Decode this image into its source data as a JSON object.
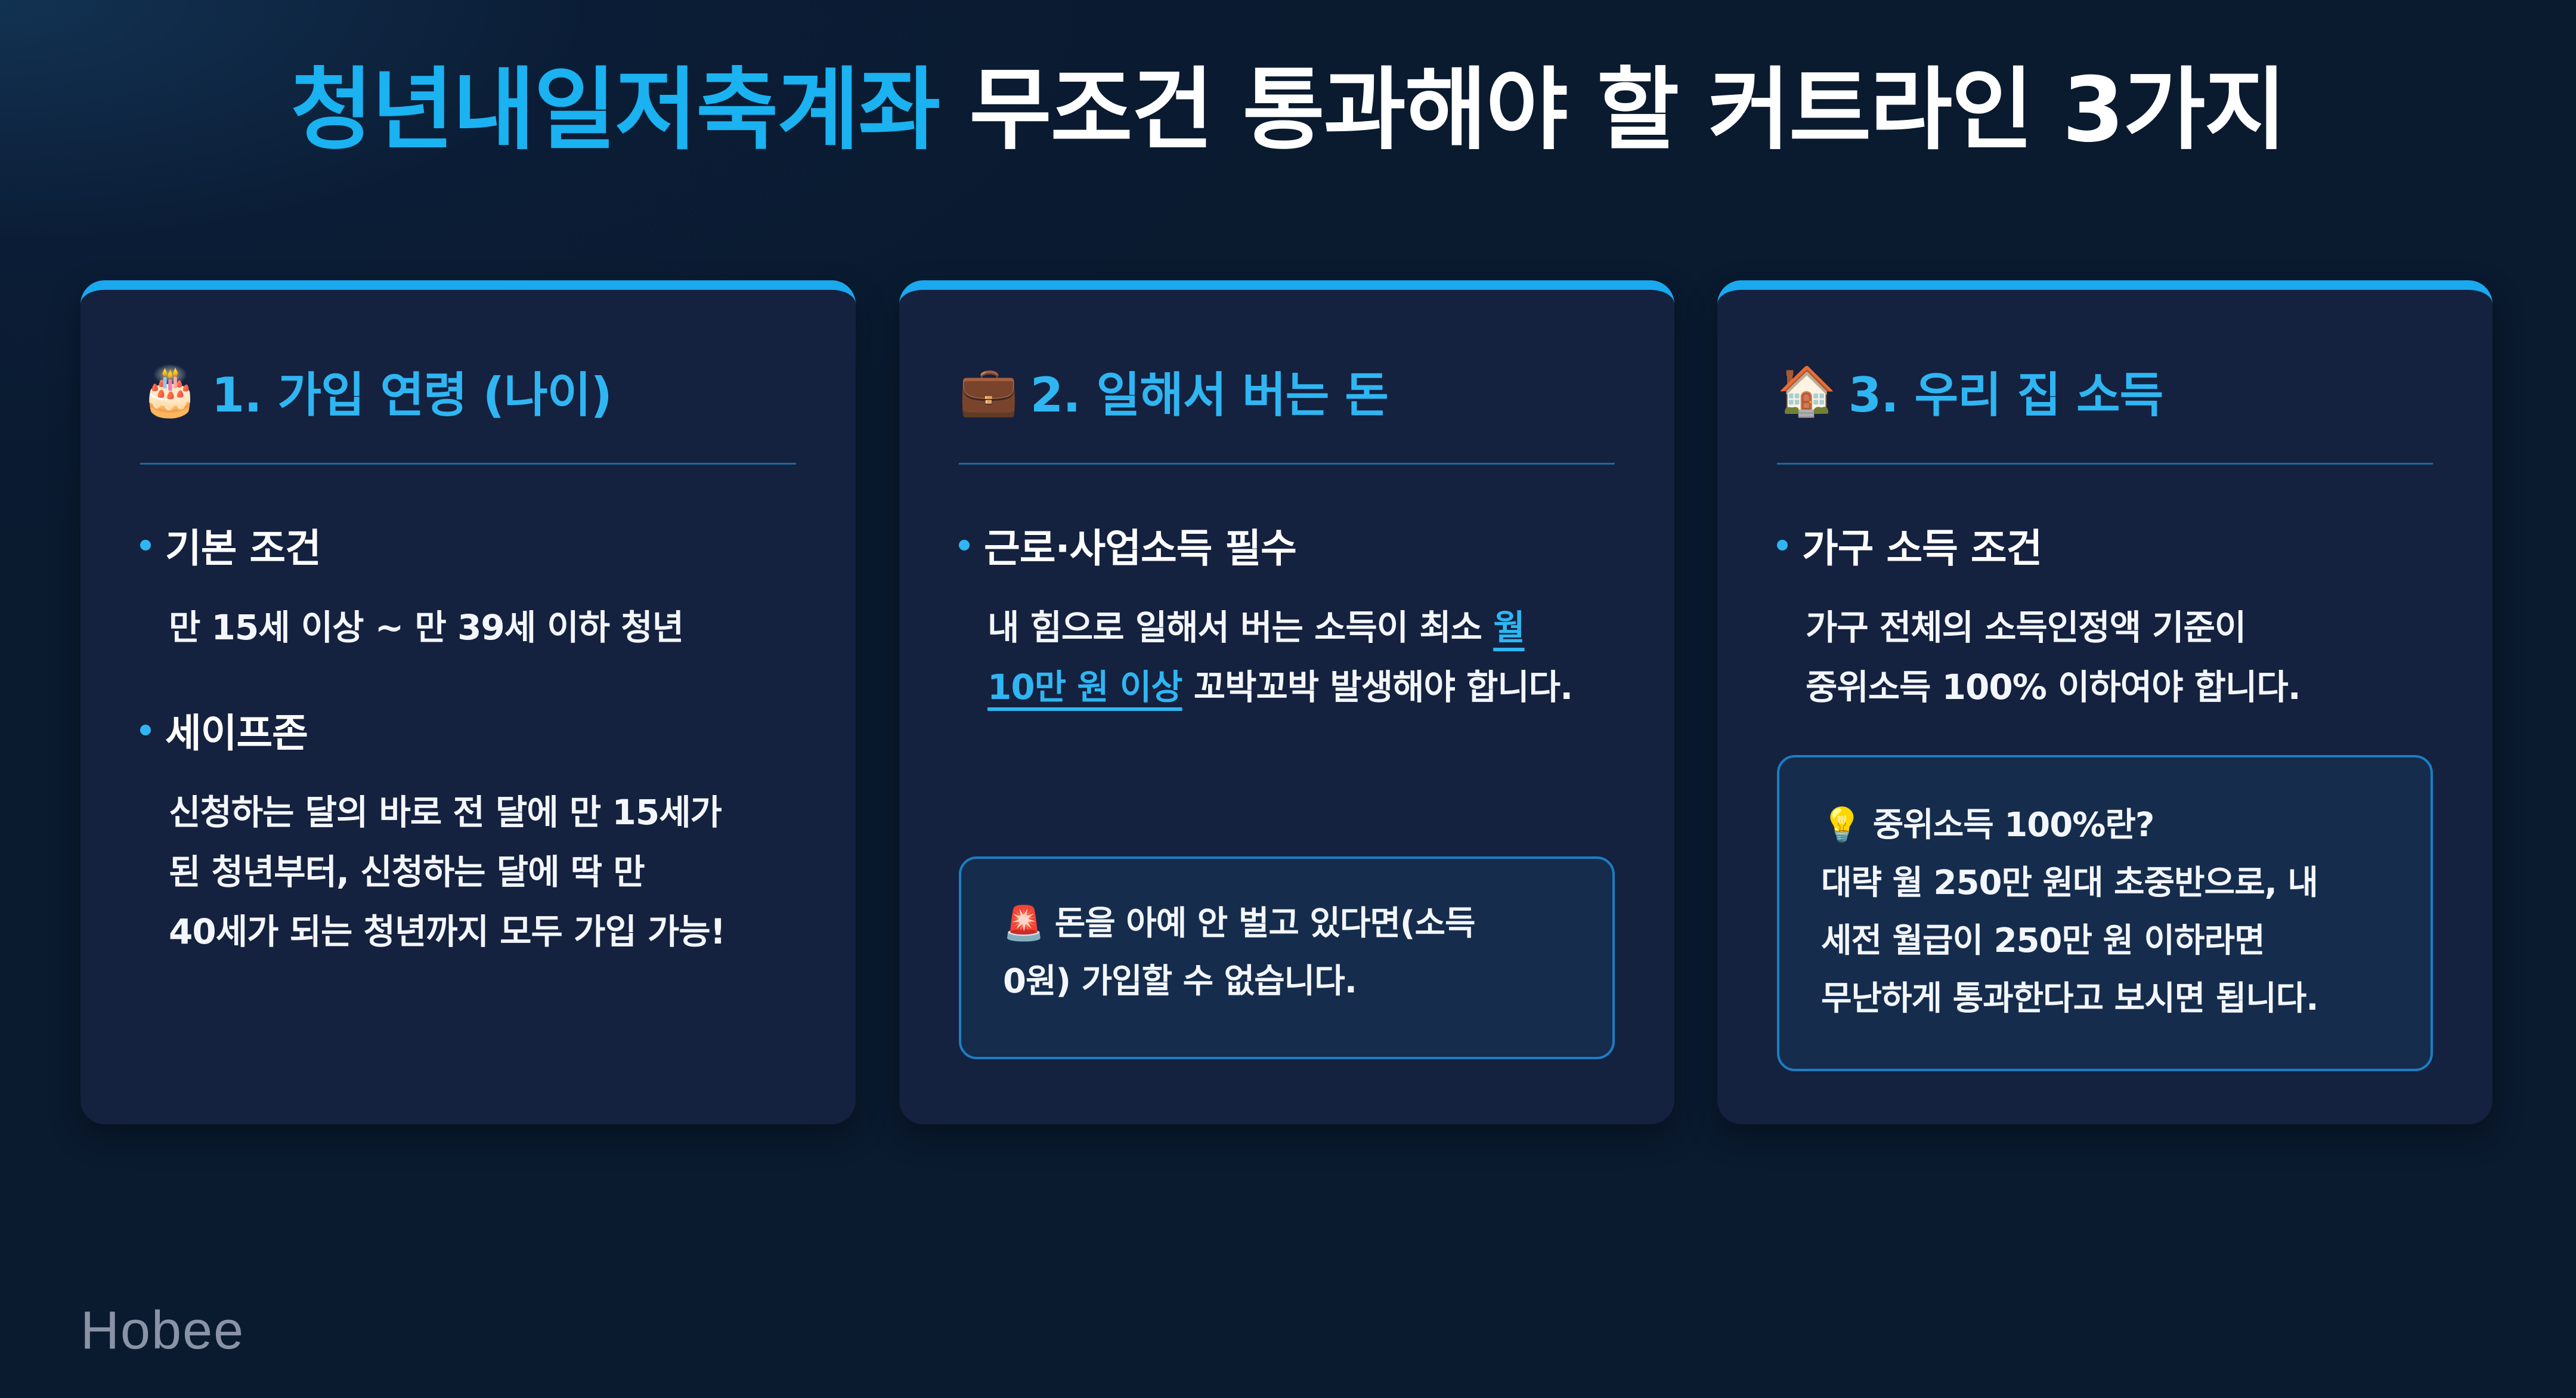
{
  "title": {
    "accent": "청년내일저축계좌",
    "rest": " 무조건 통과해야 할 커트라인 3가지"
  },
  "cards": [
    {
      "icon": "🎂",
      "icon_name": "birthday-cake-icon",
      "title": "1. 가입 연령 (나이)",
      "sections": [
        {
          "heading": "기본 조건",
          "body": "만 15세 이상 ~ 만 39세 이하 청년"
        },
        {
          "heading": "세이프존",
          "lines": [
            "신청하는 달의 바로 전 달에 만 15세가",
            "된 청년부터, 신청하는 달에 딱 만",
            "40세가 되는 청년까지 모두 가입 가능!"
          ]
        }
      ]
    },
    {
      "icon": "💼",
      "icon_name": "briefcase-icon",
      "title": "2. 일해서 버는 돈",
      "sections": [
        {
          "heading": "근로·사업소득 필수",
          "line1_pre": "내 힘으로 일해서 버는 소득이 최소 ",
          "line1_hl": "월",
          "line2_hl": "10만 원 이상",
          "line2_post": " 꼬박꼬박 발생해야 합니다."
        }
      ],
      "callout": {
        "icon": "🚨",
        "icon_name": "siren-icon",
        "lines": [
          "돈을 아예 안 벌고 있다면(소득",
          "0원) 가입할 수 없습니다."
        ]
      }
    },
    {
      "icon": "🏠",
      "icon_name": "house-icon",
      "title": "3. 우리 집 소득",
      "sections": [
        {
          "heading": "가구 소득 조건",
          "lines": [
            "가구 전체의 소득인정액 기준이",
            "중위소득 100% 이하여야 합니다."
          ]
        }
      ],
      "callout": {
        "icon": "💡",
        "icon_name": "lightbulb-icon",
        "lines": [
          "중위소득 100%란?",
          "대략 월 250만 원대 초중반으로, 내",
          "세전 월급이 250만 원 이하라면",
          "무난하게 통과한다고 보시면 됩니다."
        ]
      }
    }
  ],
  "brand": "Hobee",
  "colors": {
    "accent": "#1ab2f0",
    "background": "#0a1a2f",
    "card": "#14213f"
  }
}
